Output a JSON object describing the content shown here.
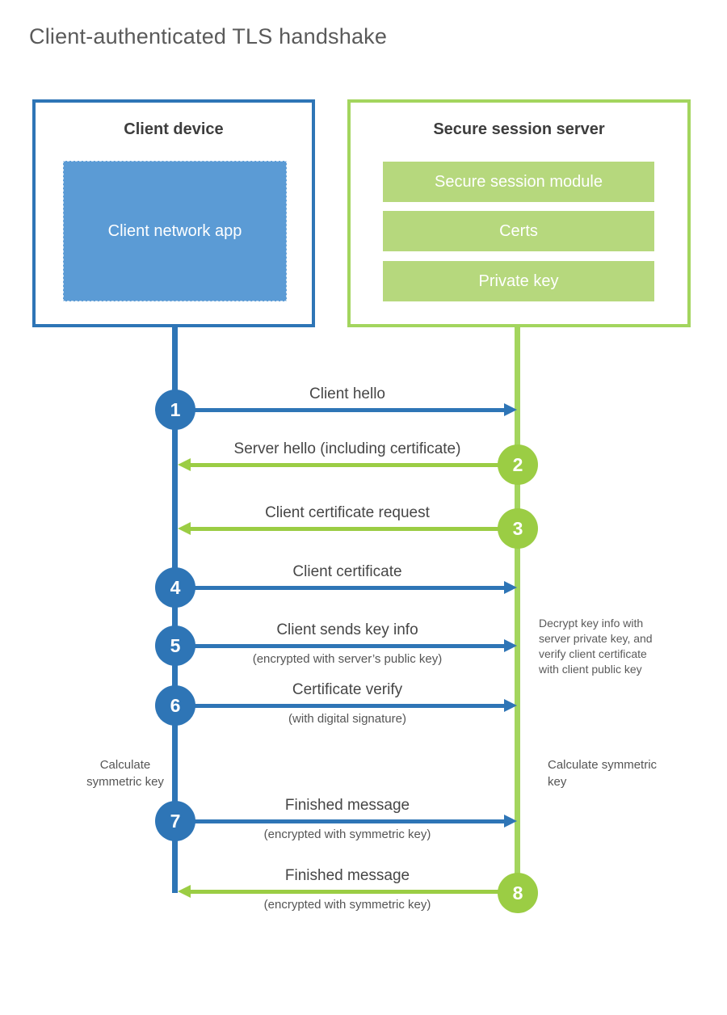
{
  "title": "Client-authenticated TLS handshake",
  "colors": {
    "blue_primary": "#2e75b6",
    "blue_fill": "#5b9bd5",
    "green_primary": "#9bcd44",
    "green_border": "#a3d55e",
    "green_bar": "#b6d87d"
  },
  "client": {
    "title": "Client device",
    "app_label": "Client network app"
  },
  "server": {
    "title": "Secure session server",
    "modules": [
      "Secure session module",
      "Certs",
      "Private key"
    ]
  },
  "messages": [
    {
      "number": "1",
      "label": "Client hello",
      "sub": "",
      "direction": "right"
    },
    {
      "number": "2",
      "label": "Server hello (including certificate)",
      "sub": "",
      "direction": "left"
    },
    {
      "number": "3",
      "label": "Client certificate request",
      "sub": "",
      "direction": "left"
    },
    {
      "number": "4",
      "label": "Client certificate",
      "sub": "",
      "direction": "right"
    },
    {
      "number": "5",
      "label": "Client sends key info",
      "sub": "(encrypted with server’s public key)",
      "direction": "right"
    },
    {
      "number": "6",
      "label": "Certificate verify",
      "sub": "(with digital signature)",
      "direction": "right"
    },
    {
      "number": "7",
      "label": "Finished message",
      "sub": "(encrypted with symmetric key)",
      "direction": "right"
    },
    {
      "number": "8",
      "label": "Finished message",
      "sub": "(encrypted with symmetric key)",
      "direction": "left"
    }
  ],
  "annotations": {
    "calculate_left": "Calculate symmetric key",
    "calculate_right": "Calculate symmetric key",
    "server_note": "Decrypt key info with server private key, and verify client certificate with client public key"
  }
}
